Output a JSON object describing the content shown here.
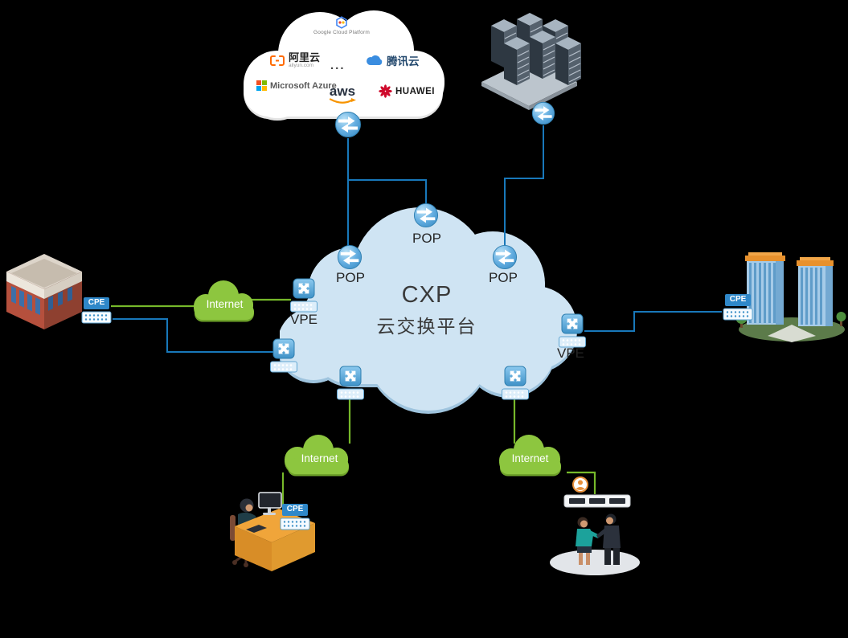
{
  "diagram": {
    "title_line1": "CXP",
    "title_line2": "云交换平台"
  },
  "colors": {
    "background": "#000000",
    "line_blue": "#1878ba",
    "line_green": "#76b82a",
    "cxp_cloud_fill": "#cfe4f3",
    "internet_cloud_fill": "#8dc63f",
    "provider_cloud_fill": "#ffffff",
    "node_blue": "#4a9fd6",
    "cpe_tag_blue": "#2f88c9"
  },
  "provider_cloud": {
    "google": "Google Cloud Platform",
    "alibaba": "阿里云",
    "alibaba_domain": "aliyun.com",
    "ellipsis": "...",
    "tencent": "腾讯云",
    "azure": "Microsoft Azure",
    "aws": "aws",
    "huawei": "HUAWEI"
  },
  "internet": {
    "left": "Internet",
    "bottom_left": "Internet",
    "bottom_right": "Internet"
  },
  "labels": {
    "pop_top": "POP",
    "pop_left": "POP",
    "pop_right": "POP",
    "vpe_left": "VPE",
    "vpe_right": "VPE",
    "cpe_left": "CPE",
    "cpe_right": "CPE",
    "cpe_bottom": "CPE"
  }
}
